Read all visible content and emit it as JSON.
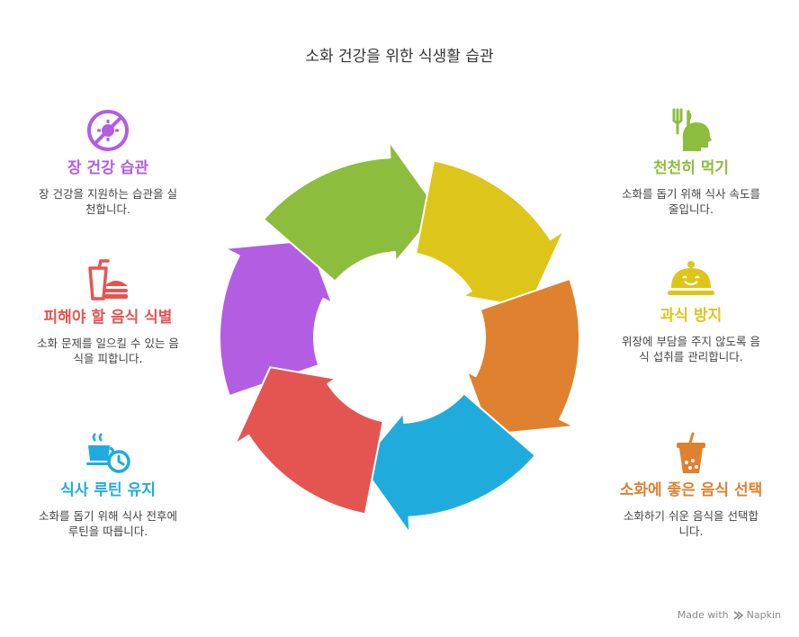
{
  "title": "소화 건강을 위한 식생활 습관",
  "colors": {
    "purple": "#B35DE2",
    "green": "#8DBD3C",
    "yellow": "#DEC51A",
    "orange": "#E0812F",
    "blue": "#1FACDC",
    "red": "#E45552"
  },
  "steps": [
    {
      "key": "gut",
      "icon": "bacteria-prohibited-icon",
      "title": "장 건강 습관",
      "desc": "장 건강을 지원하는 습관을 실천합니다.",
      "color": "purple"
    },
    {
      "key": "slow",
      "icon": "eating-head-icon",
      "title": "천천히 먹기",
      "desc": "소화를 돕기 위해 식사 속도를 줄입니다.",
      "color": "green"
    },
    {
      "key": "overeat",
      "icon": "food-cloche-icon",
      "title": "과식 방지",
      "desc": "위장에 부담을 주지 않도록 음식 섭취를 관리합니다.",
      "color": "yellow"
    },
    {
      "key": "good",
      "icon": "bubble-tea-icon",
      "title": "소화에 좋은 음식 선택",
      "desc": "소화하기 쉬운 음식을 선택합니다.",
      "color": "orange"
    },
    {
      "key": "routine",
      "icon": "coffee-clock-icon",
      "title": "식사 루틴 유지",
      "desc": "소화를 돕기 위해 식사 전후에 루틴을 따릅니다.",
      "color": "blue"
    },
    {
      "key": "avoid",
      "icon": "drink-burger-icon",
      "title": "피해야 할 음식 식별",
      "desc": "소화 문제를 일으킬 수 있는 음식을 피합니다.",
      "color": "red"
    }
  ],
  "footer": {
    "made_with": "Made with",
    "brand": "Napkin"
  }
}
